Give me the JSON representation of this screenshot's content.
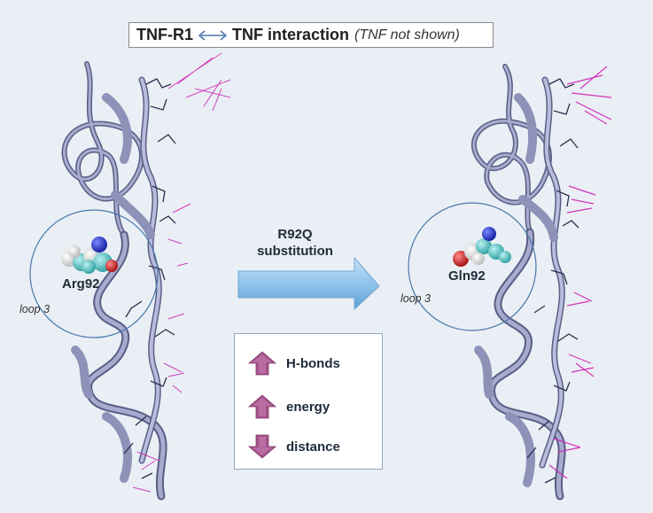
{
  "title": {
    "left": "TNF-R1",
    "right": "TNF interaction",
    "note": "(TNF not shown)"
  },
  "left_panel": {
    "residue_label": "Arg92",
    "loop_label": "loop 3"
  },
  "right_panel": {
    "residue_label": "Gln92",
    "loop_label": "loop 3"
  },
  "substitution": {
    "line1": "R92Q",
    "line2": "substitution"
  },
  "legend": [
    {
      "label": "H-bonds",
      "direction": "up"
    },
    {
      "label": "energy",
      "direction": "up"
    },
    {
      "label": "distance",
      "direction": "down"
    }
  ],
  "colors": {
    "background": "#e9eff4",
    "ribbon": "#8e92b8",
    "ribbon_dark": "#5a5e86",
    "interaction_dots": "#d21fb5",
    "arrow_fill": "#8fc3ec",
    "legend_arrow": "#a5528a",
    "carbon": "#3cb9b9",
    "nitrogen": "#1f2fc8",
    "oxygen": "#d01a1a",
    "hydrogen": "#e8e8e8"
  }
}
